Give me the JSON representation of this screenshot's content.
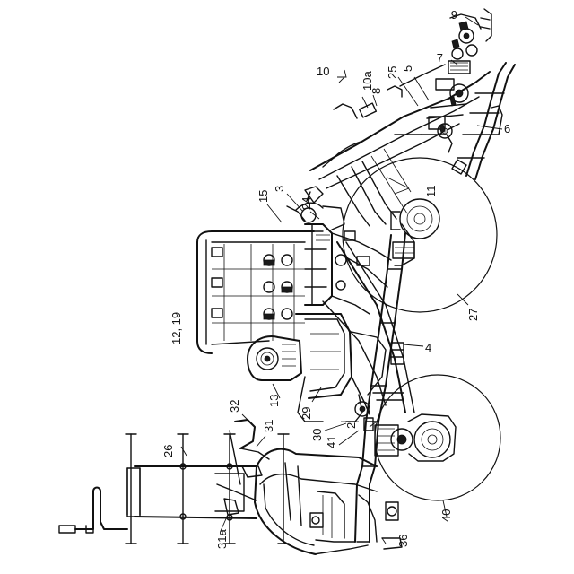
{
  "figure": {
    "labels": [
      {
        "id": "n9",
        "text": "9"
      },
      {
        "id": "n7",
        "text": "7"
      },
      {
        "id": "n10",
        "text": "10"
      },
      {
        "id": "n10a",
        "text": "10a"
      },
      {
        "id": "n8",
        "text": "8"
      },
      {
        "id": "n25",
        "text": "25"
      },
      {
        "id": "n5",
        "text": "5"
      },
      {
        "id": "n6",
        "text": "6"
      },
      {
        "id": "n11",
        "text": "11"
      },
      {
        "id": "n3",
        "text": "3"
      },
      {
        "id": "n15",
        "text": "15"
      },
      {
        "id": "n24",
        "text": "24"
      },
      {
        "id": "n27",
        "text": "27"
      },
      {
        "id": "n12_19",
        "text": "12, 19"
      },
      {
        "id": "n4",
        "text": "4"
      },
      {
        "id": "n13",
        "text": "13"
      },
      {
        "id": "n29",
        "text": "29"
      },
      {
        "id": "n30",
        "text": "30"
      },
      {
        "id": "n41",
        "text": "41"
      },
      {
        "id": "n2",
        "text": "2"
      },
      {
        "id": "n32",
        "text": "32"
      },
      {
        "id": "n31",
        "text": "31"
      },
      {
        "id": "n26",
        "text": "26"
      },
      {
        "id": "n31a",
        "text": "31a"
      },
      {
        "id": "n40",
        "text": "40"
      },
      {
        "id": "n36",
        "text": "36"
      }
    ]
  }
}
